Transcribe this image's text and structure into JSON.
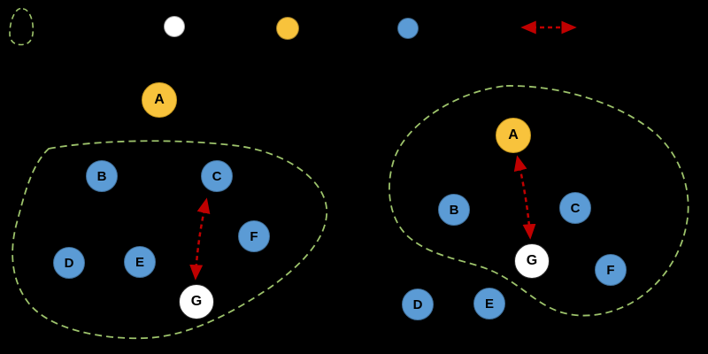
{
  "colors": {
    "background": "#000000",
    "node_blue": "#5B9BD5",
    "node_yellow": "#F8C33C",
    "node_white": "#FFFFFF",
    "cluster_outline_green": "#9DC36B",
    "arrow_red": "#C00000"
  },
  "legend": {
    "swatches": [
      {
        "name": "cluster-outline-swatch",
        "type": "dashed-green-blob"
      },
      {
        "name": "white-node-swatch",
        "type": "white-circle"
      },
      {
        "name": "yellow-node-swatch",
        "type": "yellow-circle"
      },
      {
        "name": "blue-node-swatch",
        "type": "blue-circle"
      },
      {
        "name": "red-dashed-arrow-swatch",
        "type": "double-headed-dashed-arrow"
      }
    ]
  },
  "left_diagram": {
    "nodes": [
      {
        "label": "A",
        "type": "yellow",
        "in_cluster": false
      },
      {
        "label": "B",
        "type": "blue",
        "in_cluster": true
      },
      {
        "label": "C",
        "type": "blue",
        "in_cluster": true
      },
      {
        "label": "D",
        "type": "blue",
        "in_cluster": true
      },
      {
        "label": "E",
        "type": "blue",
        "in_cluster": true
      },
      {
        "label": "F",
        "type": "blue",
        "in_cluster": true
      },
      {
        "label": "G",
        "type": "white",
        "in_cluster": true
      }
    ],
    "arrow": {
      "from": "C",
      "to": "G"
    }
  },
  "right_diagram": {
    "nodes": [
      {
        "label": "A",
        "type": "yellow",
        "in_cluster": true
      },
      {
        "label": "B",
        "type": "blue",
        "in_cluster": true
      },
      {
        "label": "C",
        "type": "blue",
        "in_cluster": true
      },
      {
        "label": "D",
        "type": "blue",
        "in_cluster": false
      },
      {
        "label": "E",
        "type": "blue",
        "in_cluster": false
      },
      {
        "label": "F",
        "type": "blue",
        "in_cluster": true
      },
      {
        "label": "G",
        "type": "white",
        "in_cluster": true
      }
    ],
    "arrow": {
      "from": "A",
      "to": "G"
    }
  }
}
